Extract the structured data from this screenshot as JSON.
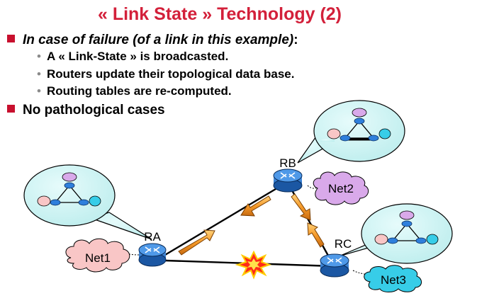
{
  "slide": {
    "title": "« Link State » Technology (2)",
    "bullets": [
      {
        "text": "In case of failure (of a link in this example)",
        "suffix": ":"
      },
      {
        "text": "No pathological cases"
      }
    ],
    "sub_bullets": [
      "A « Link-State » is broadcasted.",
      "Routers update their topological data base.",
      "Routing tables are re-computed."
    ]
  },
  "diagram": {
    "routers": [
      "RA",
      "RB",
      "RC"
    ],
    "networks": [
      "Net1",
      "Net2",
      "Net3"
    ]
  },
  "colors": {
    "title": "#d3203a",
    "bullet_square": "#c8102e",
    "router": "#2f7fdc",
    "callout_fill": "#c9f3f3",
    "arrow": "#f5902a",
    "failure_burst": "#ff2a1a",
    "net1_cloud": "#f9c6c6",
    "net2_cloud": "#d9a9ea",
    "net3_cloud": "#37cde8"
  }
}
